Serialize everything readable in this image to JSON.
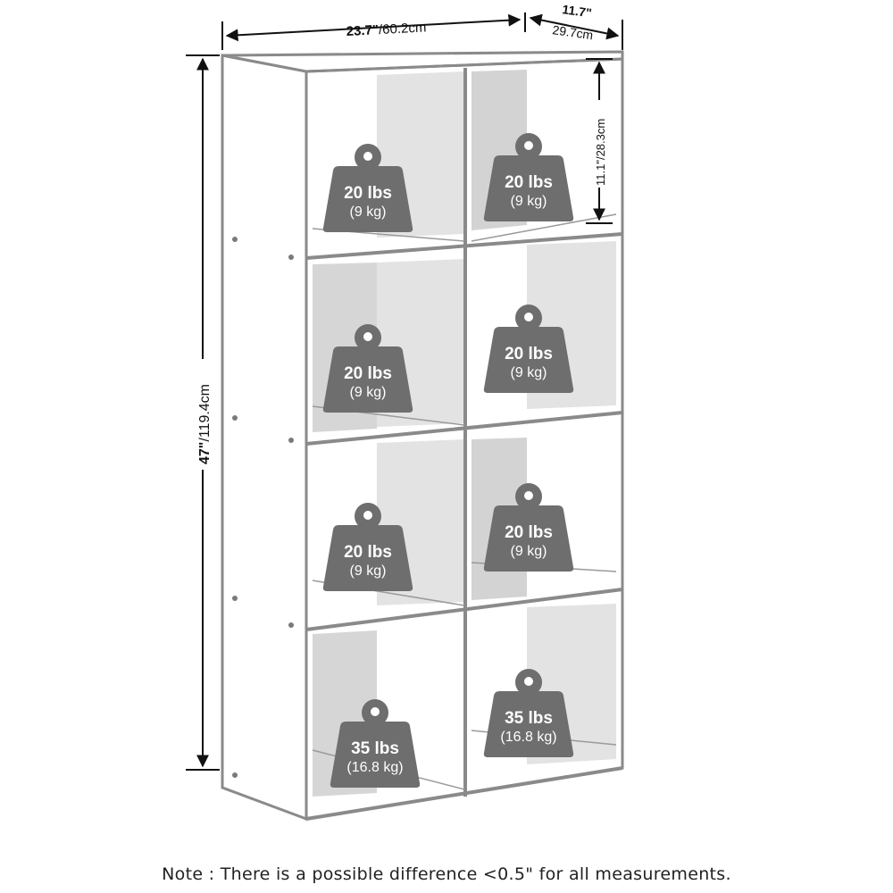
{
  "dimensions": {
    "width_in": "23.7\"",
    "width_cm": "/60.2cm",
    "depth_in": "11.7\"",
    "depth_cm": "29.7cm",
    "height_in": "47\"",
    "height_cm": "/119.4cm",
    "cube_height": "11.1\"/28.3cm"
  },
  "cubes": [
    {
      "lbs": "20 lbs",
      "kg": "(9 kg)"
    },
    {
      "lbs": "20 lbs",
      "kg": "(9 kg)"
    },
    {
      "lbs": "20 lbs",
      "kg": "(9 kg)"
    },
    {
      "lbs": "20 lbs",
      "kg": "(9 kg)"
    },
    {
      "lbs": "20 lbs",
      "kg": "(9 kg)"
    },
    {
      "lbs": "20 lbs",
      "kg": "(9 kg)"
    },
    {
      "lbs": "35 lbs",
      "kg": "(16.8 kg)"
    },
    {
      "lbs": "35 lbs",
      "kg": "(16.8 kg)"
    }
  ],
  "note": "Note : There is a possible difference <0.5\" for all measurements.",
  "colors": {
    "panel_edge": "#8a8a8a",
    "panel_fill": "#ffffff",
    "back_shade": "#e2e2e2",
    "weight_fill": "#6e6e6e"
  }
}
